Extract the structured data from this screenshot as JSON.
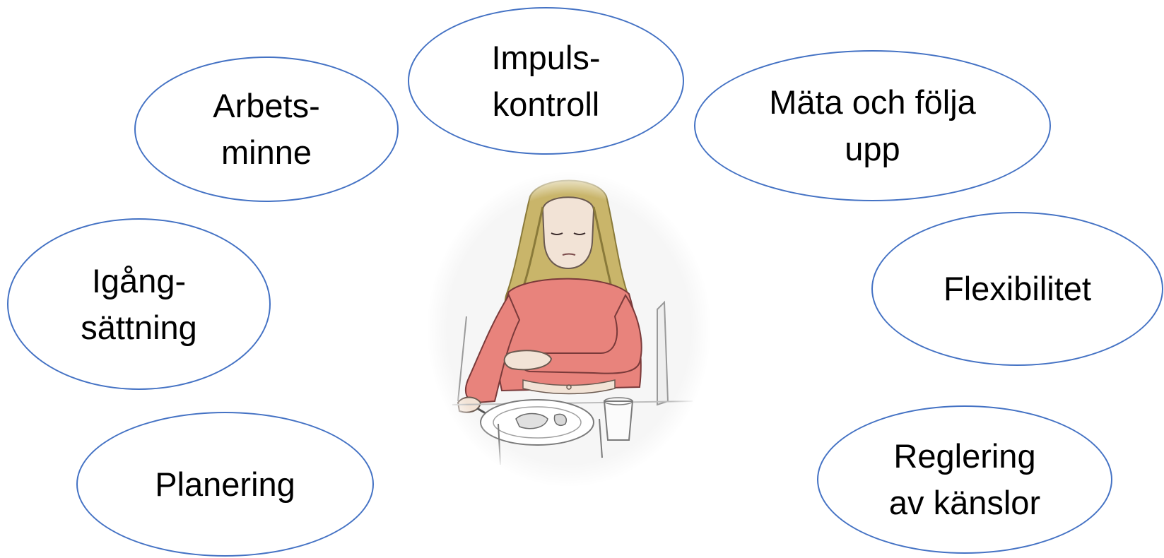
{
  "diagram": {
    "concepts": [
      {
        "id": "impulskontroll",
        "text": "Impuls-\nkontroll"
      },
      {
        "id": "arbetsminne",
        "text": "Arbets-\nminne"
      },
      {
        "id": "mata-och-folja-upp",
        "text": "Mäta och följa\nupp"
      },
      {
        "id": "igangsattning",
        "text": "Igång-\nsättning"
      },
      {
        "id": "flexibilitet",
        "text": "Flexibilitet"
      },
      {
        "id": "planering",
        "text": "Planering"
      },
      {
        "id": "reglering-av-kanslor",
        "text": "Reglering\nav känslor"
      }
    ],
    "colors": {
      "bubble_border": "#4472c4",
      "sweater": "#e8837c",
      "hair": "#c9b56a"
    },
    "center_image": "woman-eating-illustration"
  }
}
